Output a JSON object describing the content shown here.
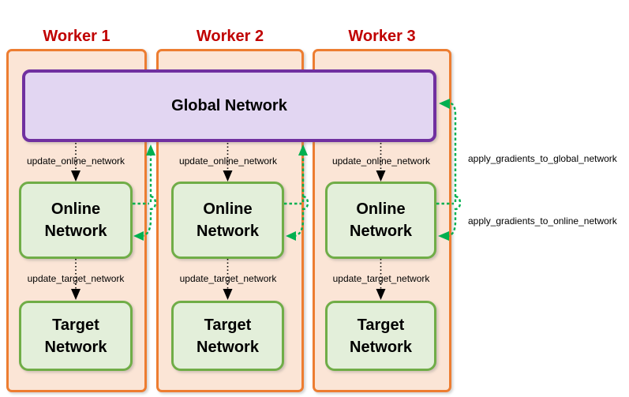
{
  "workers": [
    {
      "title": "Worker 1"
    },
    {
      "title": "Worker 2"
    },
    {
      "title": "Worker 3"
    }
  ],
  "nodes": {
    "global": "Global Network",
    "online": [
      "Online",
      "Network"
    ],
    "target": [
      "Target",
      "Network"
    ]
  },
  "edge_labels": {
    "update_online": "update_online_network",
    "update_target": "update_target_network",
    "apply_gradients_global": "apply_gradients_to_global_network",
    "apply_gradients_online": "apply_gradients_to_online_network"
  },
  "colors": {
    "worker-border": "#ED7D31",
    "worker-fill": "#FBE5D6",
    "node-border": "#70AD47",
    "node-fill": "#E3EFDA",
    "global-border": "#7030A0",
    "global-fill": "#E2D6F2",
    "title-red": "#C00000",
    "arrow-green": "#00B050",
    "arrow-black": "#000000"
  }
}
